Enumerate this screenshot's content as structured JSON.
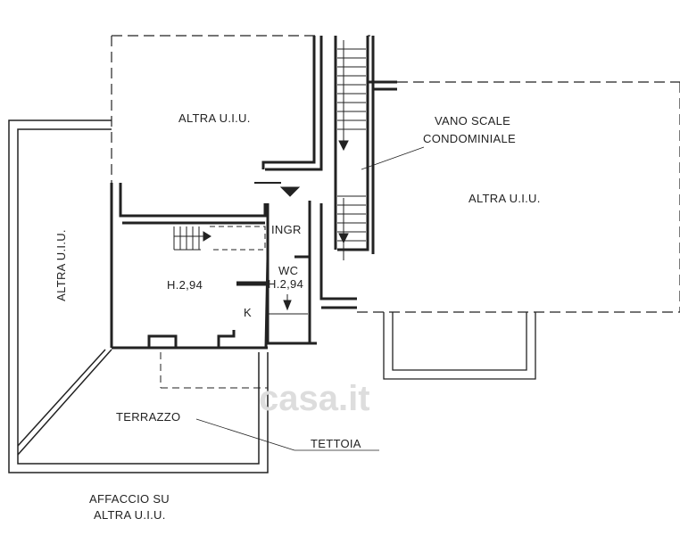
{
  "labels": {
    "top_unit": "ALTRA U.I.U.",
    "right_unit": "ALTRA U.I.U.",
    "left_unit": "ALTRA U.I.U.",
    "stair_line1": "VANO SCALE",
    "stair_line2": "CONDOMINIALE",
    "entrance": "INGR",
    "wc": "WC",
    "wc_height": "H.2,94",
    "room_height": "H.2,94",
    "kitchen": "K",
    "terrace": "TERRAZZO",
    "canopy": "TETTOIA",
    "overlook_line1": "AFFACCIO SU",
    "overlook_line2": "ALTRA U.I.U."
  },
  "watermark": "casa.it"
}
